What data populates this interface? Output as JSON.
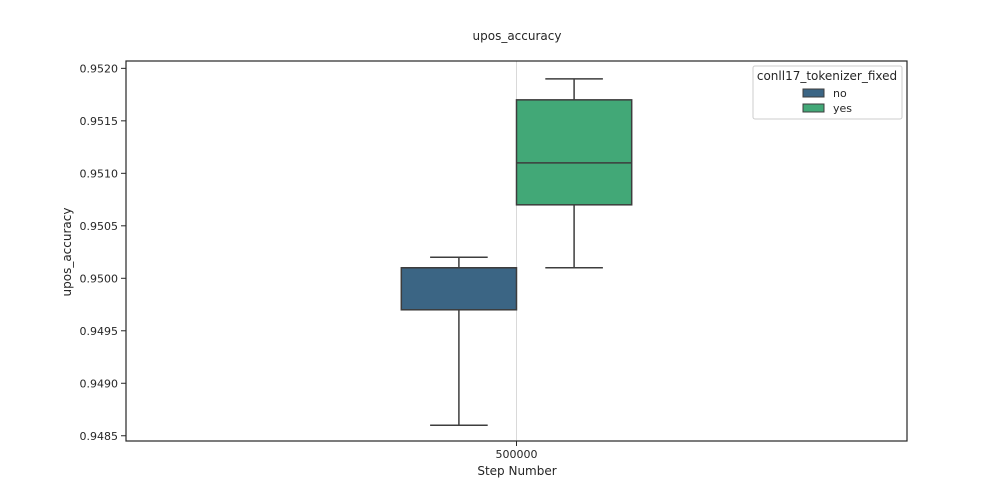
{
  "chart_data": {
    "type": "box",
    "title": "upos_accuracy",
    "xlabel": "Step Number",
    "ylabel": "upos_accuracy",
    "categories": [
      "500000"
    ],
    "ylim": [
      0.94845,
      0.95207
    ],
    "yticks": [
      "0.9485",
      "0.9490",
      "0.9495",
      "0.9500",
      "0.9505",
      "0.9510",
      "0.9515",
      "0.9520"
    ],
    "grid": "vertical at category",
    "legend": {
      "title": "conll17_tokenizer_fixed",
      "placement": "top-right"
    },
    "series": [
      {
        "name": "no",
        "color": "#3b6584",
        "boxes": [
          {
            "category": "500000",
            "min": 0.9486,
            "q1": 0.9497,
            "median": 0.9501,
            "q3": 0.9501,
            "max": 0.9502
          }
        ]
      },
      {
        "name": "yes",
        "color": "#42a877",
        "boxes": [
          {
            "category": "500000",
            "min": 0.9501,
            "q1": 0.9507,
            "median": 0.9511,
            "q3": 0.9517,
            "max": 0.9519
          }
        ]
      }
    ]
  }
}
